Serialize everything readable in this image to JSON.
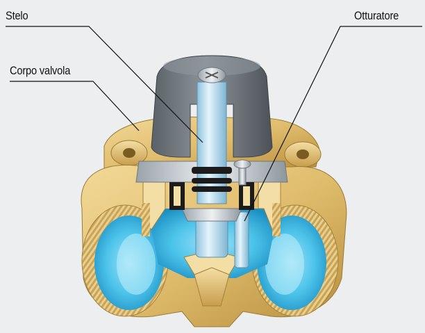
{
  "labels": {
    "stelo": "Stelo",
    "corpo_valvola": "Corpo valvola",
    "otturatore": "Otturatore"
  },
  "casting_text": "",
  "colors": {
    "background": "#eceef0",
    "brass": "#e3c27a",
    "brass_dark": "#b8923f",
    "cutaway_brass": "#f3dfa6",
    "water_blue": "#3cbfe6",
    "water_dark": "#1a8fc4",
    "cap_grey": "#6e757c",
    "stem_blue": "#b8dcef",
    "oring_black": "#1c1c1c",
    "leader_line": "#111111"
  },
  "icons": {
    "valve": "three-way-valve-cutaway"
  }
}
